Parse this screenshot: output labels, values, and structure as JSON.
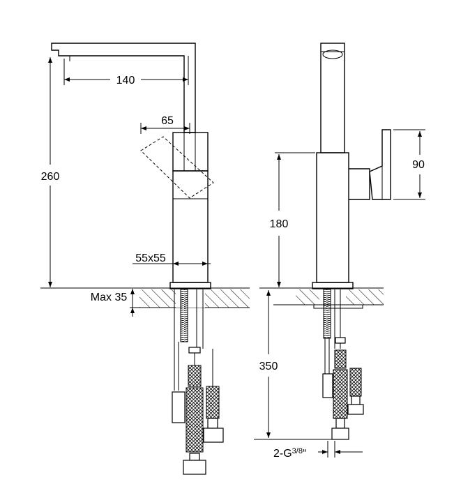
{
  "dimensions": {
    "spout_reach": "140",
    "lever_offset": "65",
    "total_height": "260",
    "body_size": "55x55",
    "max_deck": "Max 35",
    "body_height": "180",
    "lever_height": "90",
    "hose_length": "350",
    "connection": "2-G",
    "connection_fraction": "3/8",
    "connection_quote": "“"
  }
}
